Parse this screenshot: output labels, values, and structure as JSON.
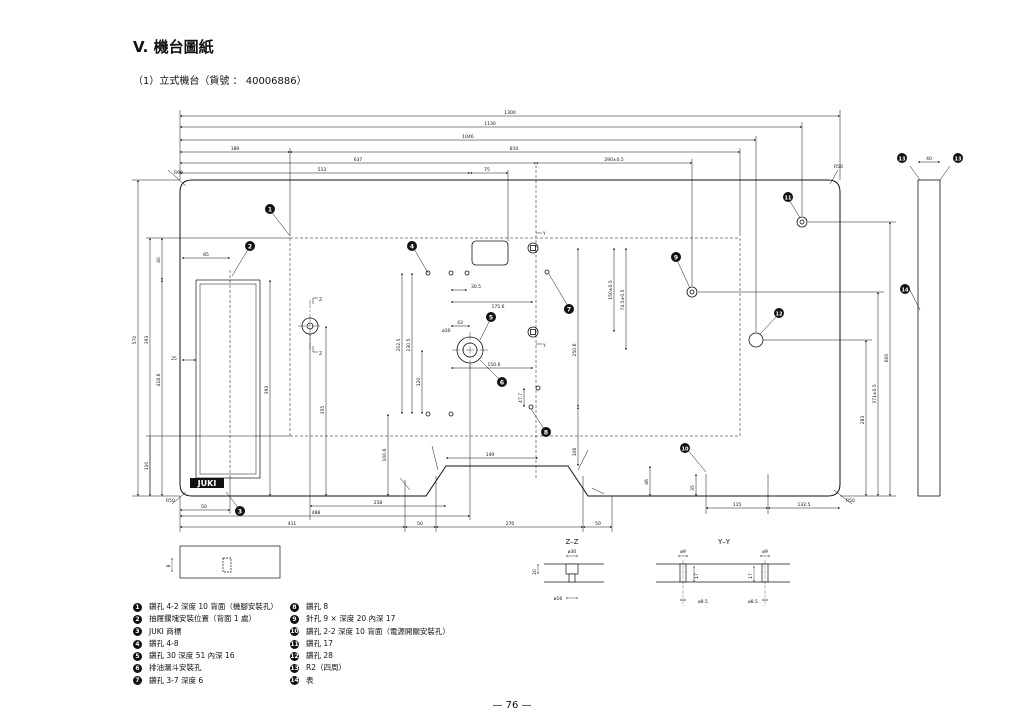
{
  "page": {
    "section_title": "V. 機台圖紙",
    "subsection_title": "（1）立式機台（貨號 ： 40006886）",
    "page_number": "— 76 —"
  },
  "dimensions": {
    "overall_1300": "1300",
    "d_1130": "1130",
    "d_1046": "1046",
    "d_189": "189",
    "d_810": "810",
    "d_637": "637",
    "d_290": "290±0.5",
    "d_513": "513",
    "d_75": "75",
    "d_85": "85",
    "d_30_5": "30.5",
    "d_175_6": "175.6",
    "d_150_6": "150.6",
    "d_150_6b": "150±0.5",
    "d_74": "74.5±0.5",
    "d_43": "43",
    "d_430": "ø30",
    "d_149": "149",
    "d_40": "40",
    "d_25": "25",
    "d_46": "46",
    "d_110": "110",
    "d_418": "418.6",
    "d_570": "570",
    "d_393": "393",
    "d_202": "202.5",
    "d_230": "230.5",
    "d_120": "120",
    "d_355": "355",
    "d_250": "250.6",
    "d_100": "100.6",
    "d_47": "47.7",
    "d_106": "106",
    "d_283": "283",
    "d_371": "371±0.5",
    "d_600": "600",
    "d_50": "50",
    "d_488": "488",
    "d_258": "258",
    "d_411": "411",
    "d_50b": "50",
    "d_270": "270",
    "d_50c": "50",
    "d_115": "115",
    "d_132": "132.5",
    "d_35": "35",
    "d_side40": "40",
    "d_r": "R90",
    "d_r2": "R50",
    "d_r3": "R50",
    "d_r4": "R50",
    "d_8": "8",
    "d_z1": "Z",
    "d_z2": "Z",
    "d_y1": "Y",
    "d_y2": "Y"
  },
  "sections": {
    "zz_title": "Z–Z",
    "yy_title": "Y–Y",
    "zz_d1": "ø30",
    "zz_d2": "ø16",
    "zz_h": "20",
    "yy_d1": "ø9",
    "yy_d2": "ø9",
    "yy_h1": "17",
    "yy_h2": "17",
    "yy_b1": "ø8.5",
    "yy_b2": "ø8.5"
  },
  "logo_text": "JUKI",
  "legend_left": [
    {
      "num": "1",
      "text": "鑽孔 4-2 深度 10 背面（機腳安裝孔）"
    },
    {
      "num": "2",
      "text": "抽屜攔塊安裝位置（背面 1 處）"
    },
    {
      "num": "3",
      "text": "JUKI 商標"
    },
    {
      "num": "4",
      "text": "鑽孔 4-8"
    },
    {
      "num": "5",
      "text": "鑽孔 30 深度 51 內深 16"
    },
    {
      "num": "6",
      "text": "排油漏斗安裝孔"
    },
    {
      "num": "7",
      "text": "鑽孔 3-7 深度 6"
    }
  ],
  "legend_right": [
    {
      "num": "8",
      "text": "鑽孔 8"
    },
    {
      "num": "9",
      "text": "針孔 9 × 深度 20 內深 17"
    },
    {
      "num": "10",
      "text": "鑽孔 2-2 深度 10 背面（電源開關安裝孔）"
    },
    {
      "num": "11",
      "text": "鑽孔 17"
    },
    {
      "num": "12",
      "text": "鑽孔 28"
    },
    {
      "num": "13",
      "text": "R2（四周）"
    },
    {
      "num": "14",
      "text": "表"
    }
  ],
  "callouts": [
    "1",
    "2",
    "3",
    "4",
    "5",
    "6",
    "7",
    "8",
    "9",
    "10",
    "11",
    "12",
    "13",
    "13",
    "14"
  ]
}
